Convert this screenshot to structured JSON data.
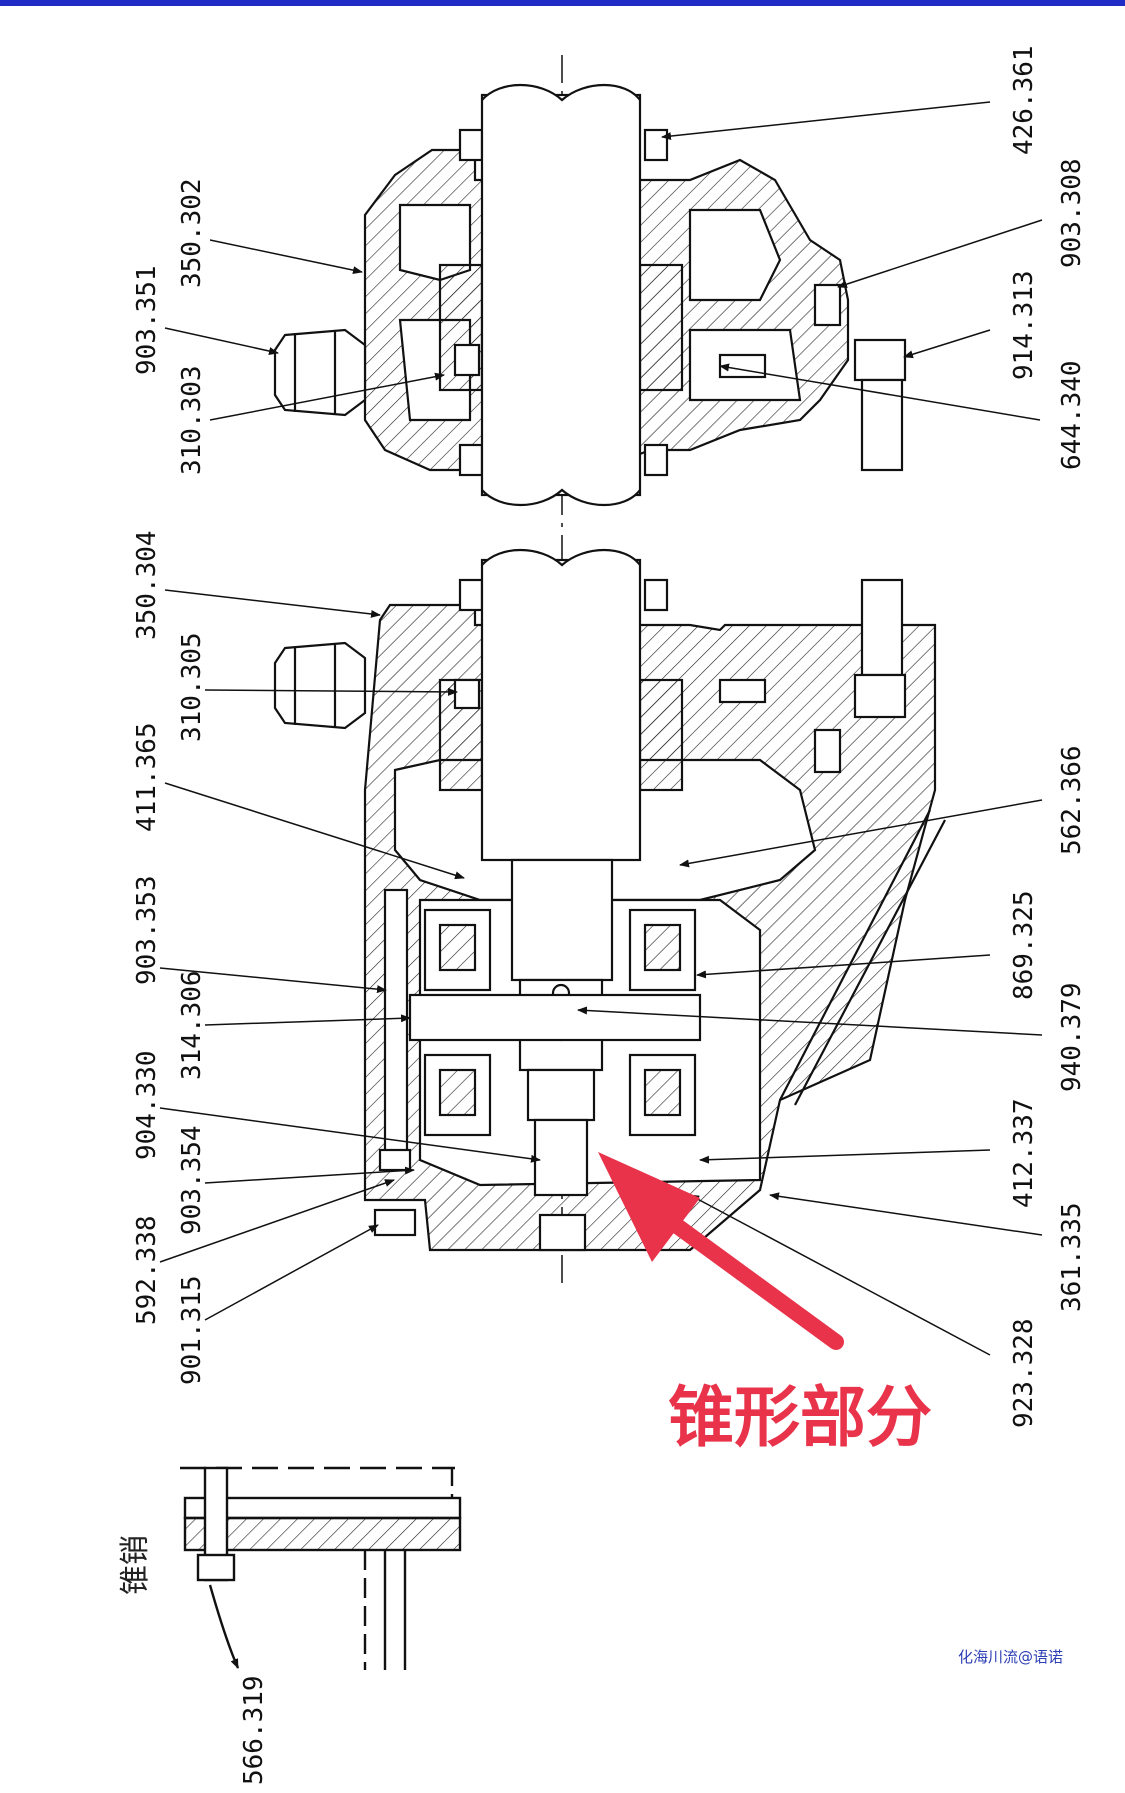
{
  "labels": {
    "l_426_361": "426.361",
    "l_903_308": "903.308",
    "l_914_313": "914.313",
    "l_644_340": "644.340",
    "l_350_302": "350.302",
    "l_903_351": "903.351",
    "l_310_303": "310.303",
    "l_350_304": "350.304",
    "l_310_305": "310.305",
    "l_411_365": "411.365",
    "l_903_353": "903.353",
    "l_314_306": "314.306",
    "l_904_330": "904.330",
    "l_903_354": "903.354",
    "l_592_338": "592.338",
    "l_901_315": "901.315",
    "l_562_366": "562.366",
    "l_869_325": "869.325",
    "l_940_379": "940.379",
    "l_412_337": "412.337",
    "l_361_335": "361.335",
    "l_923_328": "923.328",
    "l_566_319": "566.319"
  },
  "annotation": {
    "cone_part": "锥形部分",
    "cone_pin": "锥销"
  },
  "credit": "化海川流@语诺",
  "colors": {
    "topbar": "#1f2bc4",
    "arrow": "#e8334a",
    "line": "#111111"
  }
}
